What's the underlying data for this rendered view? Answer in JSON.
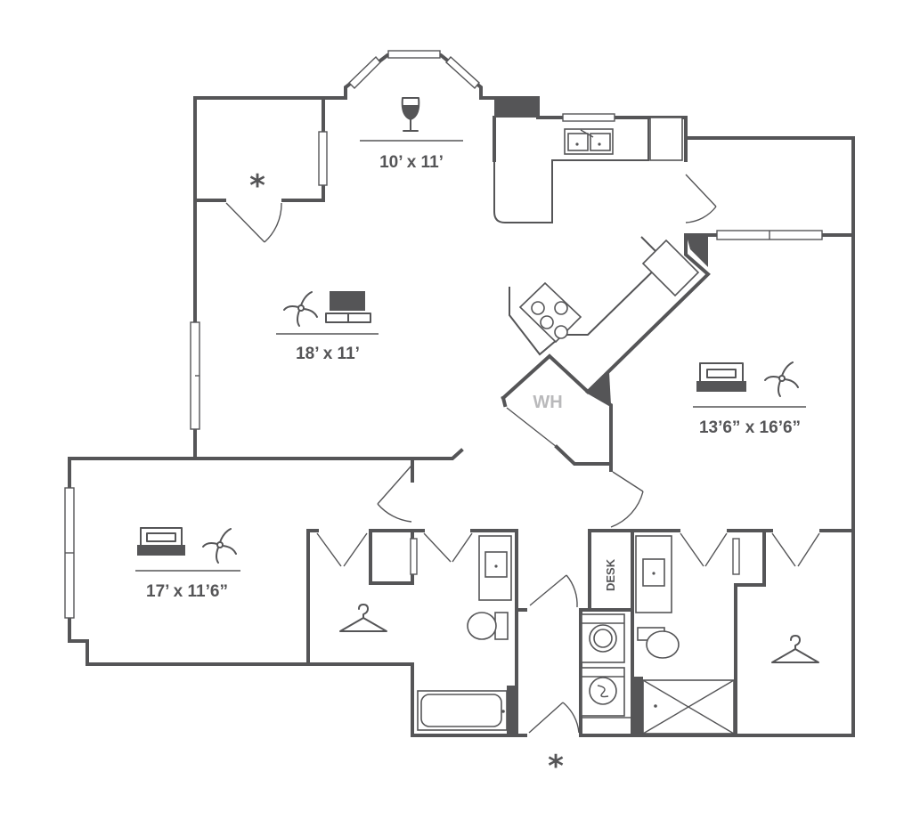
{
  "floorplan": {
    "rooms": {
      "dining": {
        "dimensions": "10’ x 11’",
        "icon": "wine-glass-icon"
      },
      "living": {
        "dimensions": "18’ x 11’",
        "icons": [
          "ceiling-fan-icon",
          "tv-icon"
        ]
      },
      "bedroom_right": {
        "dimensions": "13’6” x 16’6”",
        "icons": [
          "bed-icon",
          "ceiling-fan-icon"
        ]
      },
      "bedroom_left": {
        "dimensions": "17’ x 11’6”",
        "icons": [
          "bed-icon",
          "ceiling-fan-icon"
        ]
      }
    },
    "water_heater_label": "WH",
    "desk_label": "DESK",
    "patio_marker": "*",
    "entry_marker": "*",
    "closet_icons": [
      "hanger-icon",
      "hanger-icon"
    ],
    "colors": {
      "wall": "#555557",
      "wh_label": "#b9b9bb",
      "background": "#ffffff"
    }
  }
}
